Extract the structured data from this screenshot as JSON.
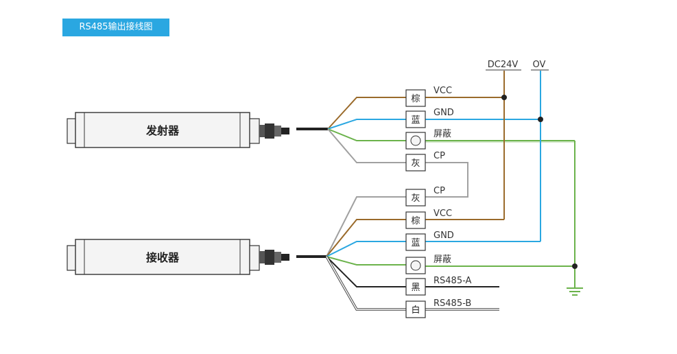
{
  "title": "RS485输出接线图",
  "power": {
    "positive": "DC24V",
    "ground": "OV"
  },
  "emitter": {
    "name": "发射器",
    "wires": [
      {
        "color_name": "棕",
        "signal": "VCC"
      },
      {
        "color_name": "蓝",
        "signal": "GND"
      },
      {
        "color_name": "",
        "signal": "屏蔽"
      },
      {
        "color_name": "灰",
        "signal": "CP"
      }
    ]
  },
  "receiver": {
    "name": "接收器",
    "wires": [
      {
        "color_name": "灰",
        "signal": "CP"
      },
      {
        "color_name": "棕",
        "signal": "VCC"
      },
      {
        "color_name": "蓝",
        "signal": "GND"
      },
      {
        "color_name": "",
        "signal": "屏蔽"
      },
      {
        "color_name": "黑",
        "signal": "RS485-A"
      },
      {
        "color_name": "白",
        "signal": "RS485-B"
      }
    ]
  },
  "colors": {
    "accent": "#2aa7e1",
    "brown": "#9a6a2a",
    "blue": "#2aa7e1",
    "shield_green": "#6ab24a",
    "grey": "#a0a0a0",
    "black": "#222222"
  }
}
